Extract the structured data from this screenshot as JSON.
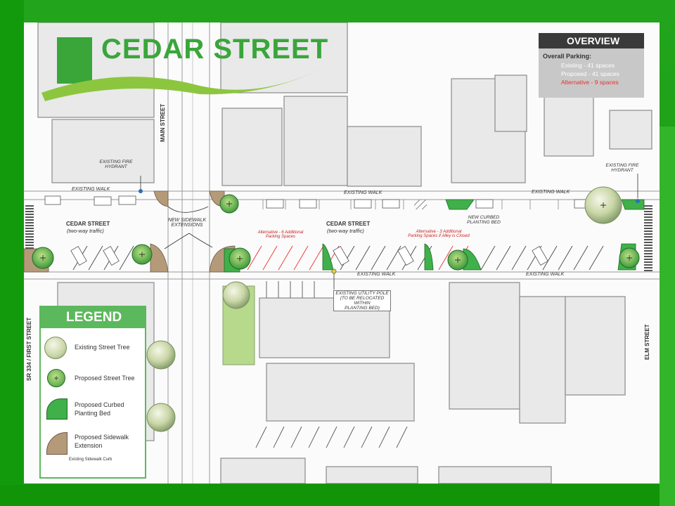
{
  "title": "CEDAR STREET",
  "overview": {
    "heading": "OVERVIEW",
    "parking_label": "Overall Parking:",
    "existing": "Existing - 41 spaces",
    "proposed": "Proposed - 41 spaces",
    "alternative": "Alternative - 9 spaces",
    "alt_color": "#e8312a"
  },
  "streets": {
    "cedar_left": "CEDAR STREET",
    "cedar_left_sub": "(two-way traffic)",
    "cedar_center": "CEDAR STREET",
    "cedar_center_sub": "(two-way traffic)",
    "main": "MAIN STREET",
    "elm": "ELM STREET",
    "sr334": "SR 334 / FIRST STREET"
  },
  "annotations": {
    "fire_hydrant_left_1": "EXISTING FIRE",
    "fire_hydrant_left_2": "HYDRANT",
    "fire_hydrant_right_1": "EXISTING FIRE",
    "fire_hydrant_right_2": "HYDRANT",
    "existing_walk": "EXISTING WALK",
    "new_sidewalk_1": "NEW SIDEWALK",
    "new_sidewalk_2": "EXTENSIONS",
    "alt6_1": "Alternative - 6 Additional",
    "alt6_2": "Parking Spaces",
    "alt3_1": "Alternative - 3 Additional",
    "alt3_2": "Parking Spaces if Alley is Closed",
    "new_curbed_1": "NEW CURBED",
    "new_curbed_2": "PLANTING BED",
    "utility_1": "EXISTING UTILITY POLE",
    "utility_2": "(TO BE RELOCATED WITHIN",
    "utility_3": "PLANTING BED)"
  },
  "legend": {
    "heading": "LEGEND",
    "items": [
      {
        "label_1": "Existing Street Tree",
        "label_2": "",
        "icon": "existing-tree-icon"
      },
      {
        "label_1": "Proposed Street Tree",
        "label_2": "",
        "icon": "proposed-tree-icon"
      },
      {
        "label_1": "Proposed Curbed",
        "label_2": "Planting Bed",
        "icon": "planting-bed-icon"
      },
      {
        "label_1": "Proposed Sidewalk",
        "label_2": "Extension",
        "icon": "sidewalk-extension-icon"
      }
    ],
    "curb_note": "Existing Sidewalk Curb"
  },
  "colors": {
    "slide_bg": "#1f9a1a",
    "brand_green": "#3aa63a",
    "swoosh_green": "#8cc63f",
    "building_fill": "#e9e9e9",
    "building_stroke": "#8a8a8a",
    "curb_brown": "#b59a7a",
    "planting_green": "#3fb04a",
    "lawn_green": "#b6d98c"
  }
}
